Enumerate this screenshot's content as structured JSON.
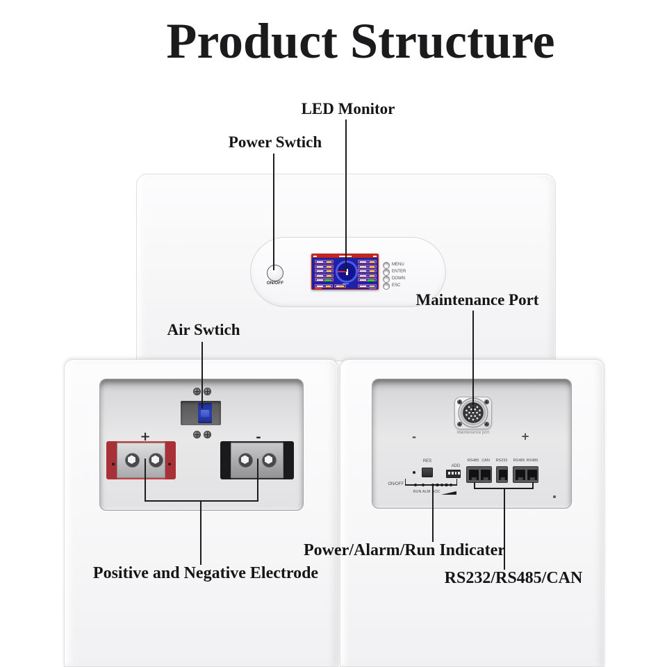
{
  "title": "Product Structure",
  "callouts": {
    "led_monitor": "LED Monitor",
    "power_switch": "Power Swtich",
    "maintenance_port": "Maintenance Port",
    "air_switch": "Air Swtich",
    "power_alarm_run_indicator": "Power/Alarm/Run Indicater",
    "positive_negative_electrode": "Positive and Negative Electrode",
    "comm_ports": "RS232/RS485/CAN"
  },
  "front_panel": {
    "on_off_label": "ON/OFF",
    "menu_buttons": [
      "MENU",
      "ENTER",
      "DOWN",
      "ESC"
    ]
  },
  "electrode_panel": {
    "positive": "+",
    "negative": "-"
  },
  "comm_panel": {
    "maintenance_port_label": "Maintenance port",
    "negative": "-",
    "positive": "+",
    "res_label": "RES",
    "add_label": "ADD",
    "on_off_label": "ON/OFF",
    "run_label": "RUN",
    "alm_label": "ALM",
    "soc_label": "SOC",
    "port_labels": [
      "RS485",
      "CAN",
      "RS232",
      "RS485",
      "RS485"
    ]
  },
  "colors": {
    "callout_line": "#1c1c1e",
    "lcd_frame_red": "#c0281e",
    "lcd_screen_blue": "#2121a8",
    "lcd_accent_green": "#35d01c",
    "breaker_blue": "#2b3fae",
    "positive_terminal_red": "#c64246",
    "negative_terminal_black": "#1f1f1f"
  }
}
